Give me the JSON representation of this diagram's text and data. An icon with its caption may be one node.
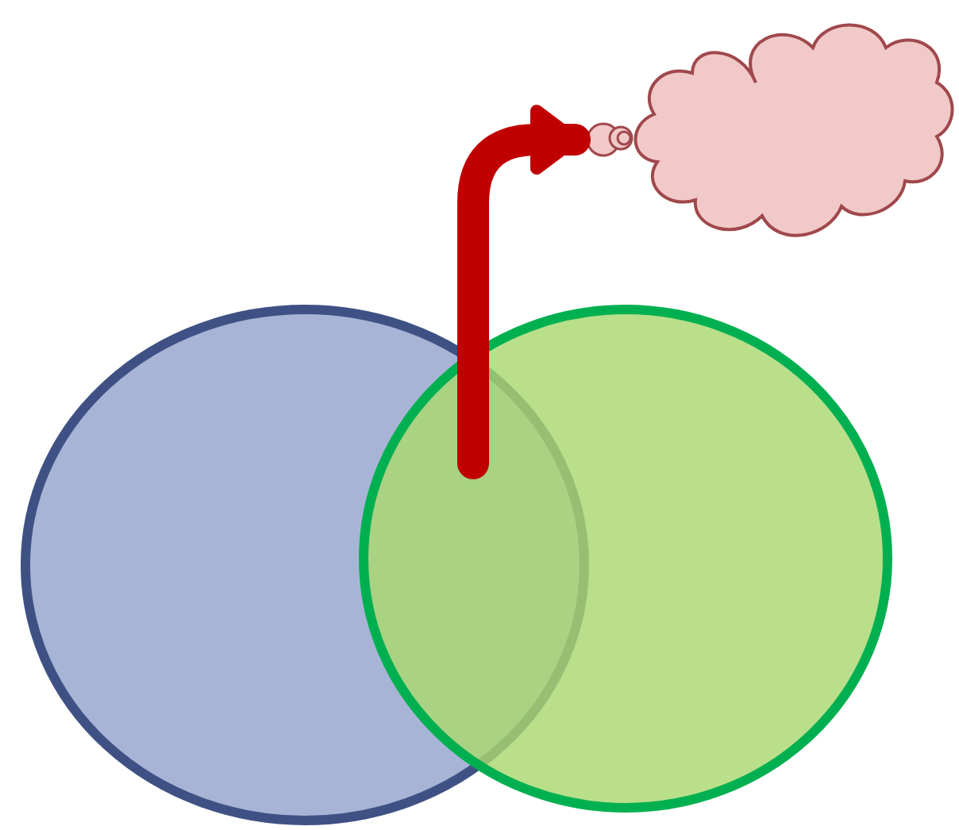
{
  "diagram": {
    "nodes": [
      {
        "text": [],
        "shape": "circle"
      },
      {
        "text": [],
        "shape": "circle"
      },
      {
        "text": [],
        "shape": "cloud"
      }
    ],
    "edges": [
      {
        "from": 0,
        "to": 2,
        "arrow": "to",
        "color": "#c00000"
      },
      {
        "from": 1,
        "to": 2,
        "arrow": "to",
        "color": "#c00000"
      }
    ]
  }
}
